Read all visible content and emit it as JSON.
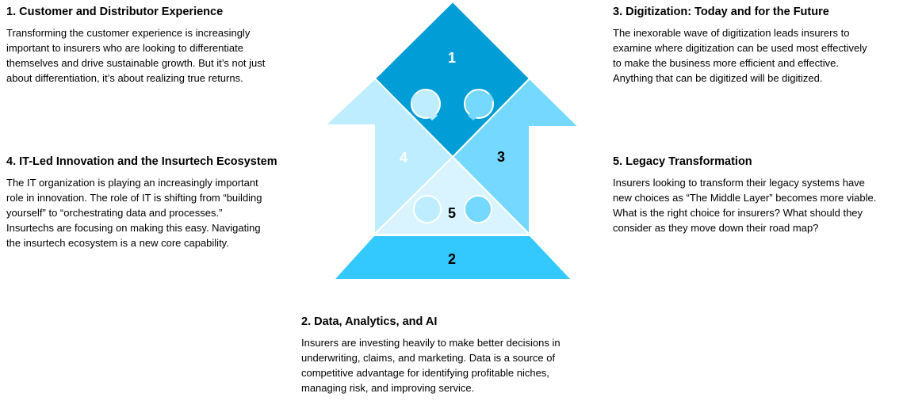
{
  "sections": {
    "s1": {
      "title": "1. Customer and Distributor Experience",
      "lines": [
        "Transforming the customer experience is increasingly",
        "important to insurers who are looking to differentiate",
        "themselves and drive sustainable growth. But it’s not just",
        "about differentiation, it’s about realizing true returns."
      ]
    },
    "s3": {
      "title": "3. Digitization: Today and for the Future",
      "lines": [
        "The inexorable wave of digitization leads insurers to",
        "examine where digitization can be used most effectively",
        "to make the business more efficient and effective.",
        "Anything that can be digitized will be digitized."
      ]
    },
    "s4": {
      "title": "4. IT-Led Innovation and the Insurtech Ecosystem",
      "lines": [
        "The IT organization is playing an increasingly important",
        "role in innovation. The role of IT is shifting from “building",
        "yourself” to “orchestrating data and processes.”",
        "Insurtechs are focusing on making this easy. Navigating",
        "the insurtech ecosystem is a new core capability."
      ]
    },
    "s5": {
      "title": "5. Legacy Transformation",
      "lines": [
        "Insurers looking to transform their legacy systems have",
        "new choices as “The Middle Layer” becomes more viable.",
        "What is the right choice for insurers? What should they",
        "consider as they move down their road map?"
      ]
    },
    "s2": {
      "title": "2. Data, Analytics, and AI",
      "lines": [
        "Insurers are investing heavily to make better decisions in",
        "underwriting, claims, and marketing. Data is a source of",
        "competitive advantage for identifying profitable niches,",
        "managing risk, and improving service."
      ]
    }
  },
  "diagram": {
    "pieces": [
      {
        "label": "1",
        "color": "#009DD6",
        "text_color": "#FFFFFF"
      },
      {
        "label": "2",
        "color": "#33C9FF",
        "text_color": "#000000"
      },
      {
        "label": "3",
        "color": "#75D9FF",
        "text_color": "#000000"
      },
      {
        "label": "4",
        "color": "#BDEDFF",
        "text_color": "#FFFFFF"
      },
      {
        "label": "5",
        "color": "#D9F4FF",
        "text_color": "#000000"
      }
    ]
  }
}
